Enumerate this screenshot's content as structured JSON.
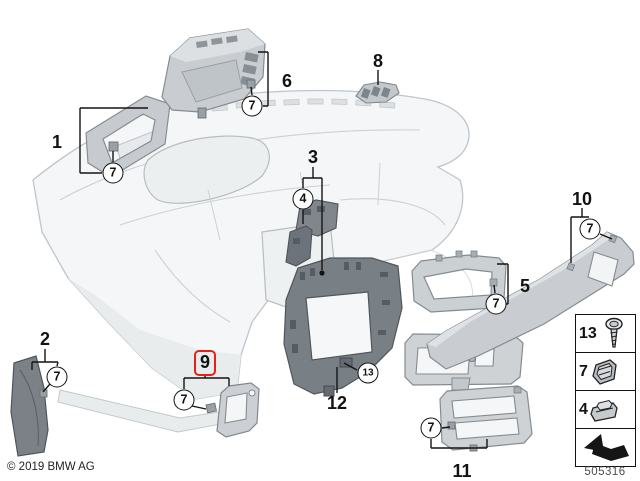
{
  "doc": {
    "copyright": "© 2019 BMW AG",
    "diagram_number": "505316"
  },
  "colors": {
    "highlight_red": "#e32119"
  },
  "callouts": {
    "p1": "1",
    "p2": "2",
    "p3": "3",
    "p5": "5",
    "p6": "6",
    "p8": "8",
    "p9": "9",
    "p10": "10",
    "p11": "11",
    "p12": "12"
  },
  "fasteners": {
    "clip7": "7",
    "clip4": "4",
    "screw13": "13"
  },
  "legend": {
    "rows": [
      {
        "label": "13",
        "icon": "screw-icon"
      },
      {
        "label": "7",
        "icon": "clip-icon"
      },
      {
        "label": "4",
        "icon": "retainer-icon"
      },
      {
        "label": "",
        "icon": "direction-arrow-icon"
      }
    ]
  }
}
